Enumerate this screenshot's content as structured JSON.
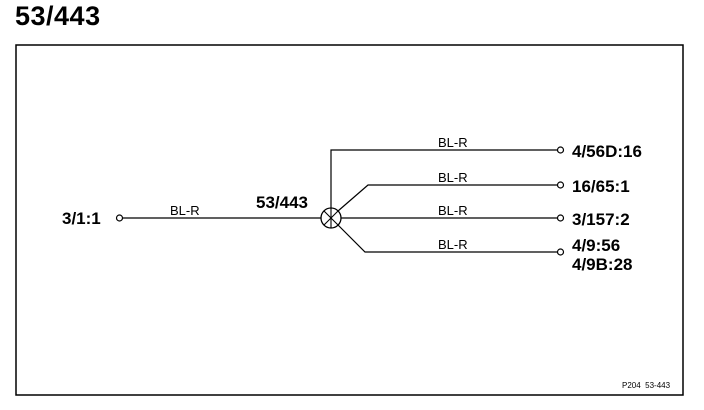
{
  "page_title": "53/443",
  "splice": {
    "label": "53/443"
  },
  "source": {
    "label": "3/1:1",
    "wire": "BL-R"
  },
  "branches": [
    {
      "wire": "BL-R",
      "labels": [
        "4/56D:16"
      ]
    },
    {
      "wire": "BL-R",
      "labels": [
        "16/65:1"
      ]
    },
    {
      "wire": "BL-R",
      "labels": [
        "3/157:2"
      ]
    },
    {
      "wire": "BL-R",
      "labels": [
        "4/9:56",
        "4/9B:28"
      ]
    }
  ],
  "footer_ref": "P204  53-443"
}
